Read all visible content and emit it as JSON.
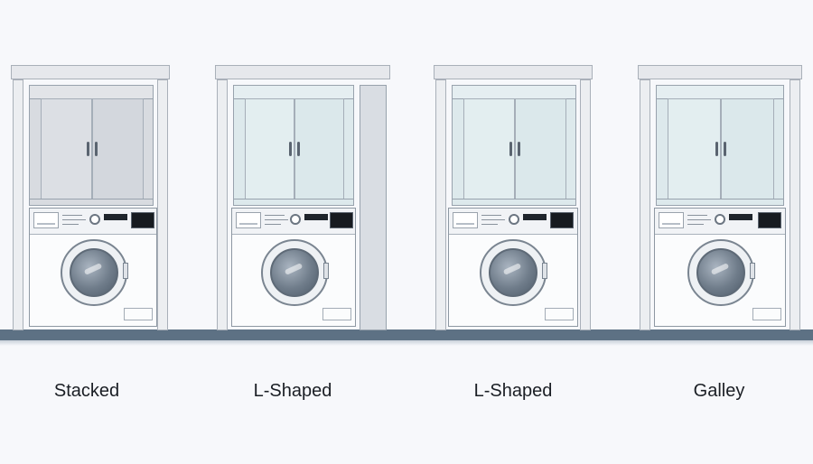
{
  "labels": {
    "unit_1": "Stacked",
    "unit_2": "L-Shaped",
    "unit_3": "L-Shaped",
    "unit_4": "Galley"
  },
  "colors": {
    "floor": "#5d7184",
    "background": "#f7f8fb",
    "cabinet_glass": "#dde9ec",
    "cabinet_solid": "#d8dbe0",
    "washer_body": "#fbfcfd",
    "control_screen": "#1f252c"
  },
  "icons": {
    "washer_door": "circle",
    "cabinet_handle": "vertical-bar",
    "control_knob": "circle"
  }
}
